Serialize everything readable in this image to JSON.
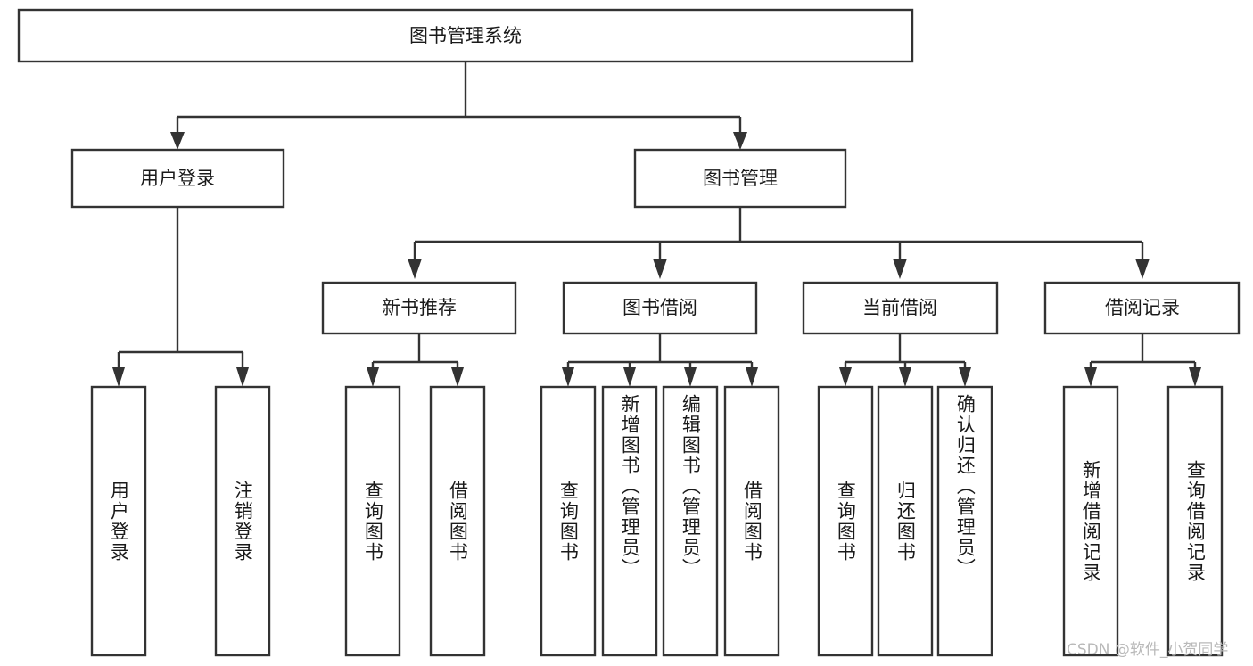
{
  "diagram": {
    "type": "tree",
    "title": "图书管理系统",
    "orientation": "top-down",
    "colors": {
      "box_stroke": "#333333",
      "box_fill": "#ffffff",
      "text": "#1a1a1a",
      "background": "#ffffff",
      "watermark": "#b9b9b9"
    },
    "root": {
      "label": "图书管理系统",
      "children": [
        {
          "label": "用户登录",
          "children": [
            {
              "label": "用户登录",
              "children": []
            },
            {
              "label": "注销登录",
              "children": []
            }
          ]
        },
        {
          "label": "图书管理",
          "children": [
            {
              "label": "新书推荐",
              "children": [
                {
                  "label": "查询图书",
                  "children": []
                },
                {
                  "label": "借阅图书",
                  "children": []
                }
              ]
            },
            {
              "label": "图书借阅",
              "children": [
                {
                  "label": "查询图书",
                  "children": []
                },
                {
                  "label": "新增图书（管理员）",
                  "children": []
                },
                {
                  "label": "编辑图书（管理员）",
                  "children": []
                },
                {
                  "label": "借阅图书",
                  "children": []
                }
              ]
            },
            {
              "label": "当前借阅",
              "children": [
                {
                  "label": "查询图书",
                  "children": []
                },
                {
                  "label": "归还图书",
                  "children": []
                },
                {
                  "label": "确认归还（管理员）",
                  "children": []
                }
              ]
            },
            {
              "label": "借阅记录",
              "children": [
                {
                  "label": "新增借阅记录",
                  "children": []
                },
                {
                  "label": "查询借阅记录",
                  "children": []
                }
              ]
            }
          ]
        }
      ]
    }
  },
  "nodes": {
    "root": "图书管理系统",
    "l2_user_login": "用户登录",
    "l2_book_admin": "图书管理",
    "l3_new_book_rec": "新书推荐",
    "l3_book_borrow": "图书借阅",
    "l3_current_borrow": "当前借阅",
    "l3_borrow_record": "借阅记录",
    "leaf_user_login": "用户登录",
    "leaf_logout": "注销登录",
    "leaf_query_book_1": "查询图书",
    "leaf_borrow_book_1": "借阅图书",
    "leaf_query_book_2": "查询图书",
    "leaf_add_book": "新增图书（管理员）",
    "leaf_edit_book": "编辑图书（管理员）",
    "leaf_borrow_book_2": "借阅图书",
    "leaf_query_book_3": "查询图书",
    "leaf_return_book": "归还图书",
    "leaf_confirm_return": "确认归还（管理员）",
    "leaf_add_record": "新增借阅记录",
    "leaf_query_record": "查询借阅记录"
  },
  "watermark": {
    "text": "CSDN @软件_小贺同学"
  }
}
